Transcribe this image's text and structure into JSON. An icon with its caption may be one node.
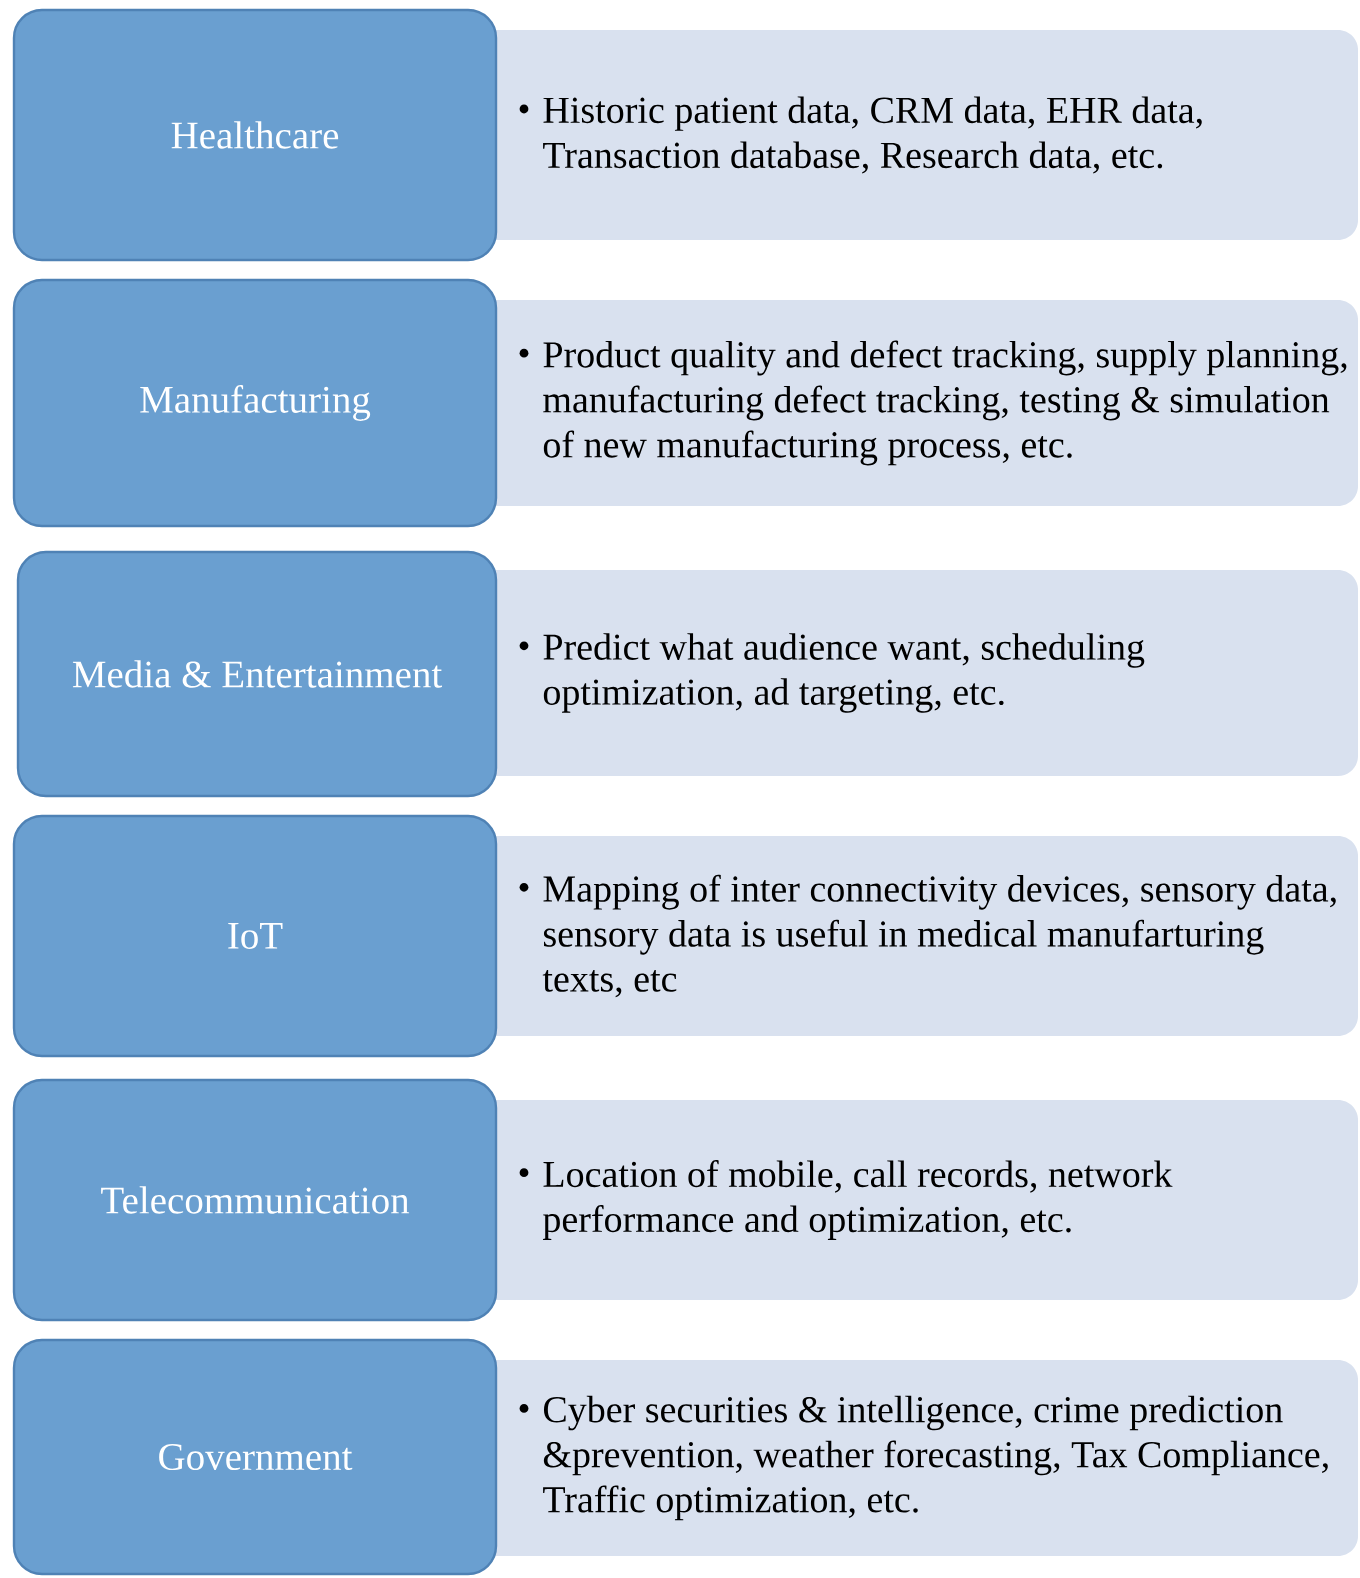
{
  "diagram": {
    "nodes": [
      {
        "text": [
          "Healthcare"
        ]
      },
      {
        "text": [
          "Historic patient data, CRM data, EHR data, Transaction database, Research data, etc."
        ]
      },
      {
        "text": [
          "Manufacturing"
        ]
      },
      {
        "text": [
          "Product quality and defect tracking, supply planning, manufacturing defect tracking, testing & simulation of new manufacturing process, etc."
        ]
      },
      {
        "text": [
          "Media & Entertainment"
        ]
      },
      {
        "text": [
          "Predict what audience want, scheduling optimization, ad targeting, etc."
        ]
      },
      {
        "text": [
          "IoT"
        ]
      },
      {
        "text": [
          "Mapping of inter connectivity devices, sensory data, sensory data is useful in medical manufarturing texts, etc"
        ]
      },
      {
        "text": [
          "Telecommunication"
        ]
      },
      {
        "text": [
          "Location of mobile, call records, network performance and optimization, etc."
        ]
      },
      {
        "text": [
          "Government"
        ]
      },
      {
        "text": [
          "Cyber securities & intelligence, crime prediction &prevention, weather forecasting, Tax Compliance, Traffic optimization, etc."
        ]
      }
    ],
    "edges": []
  }
}
